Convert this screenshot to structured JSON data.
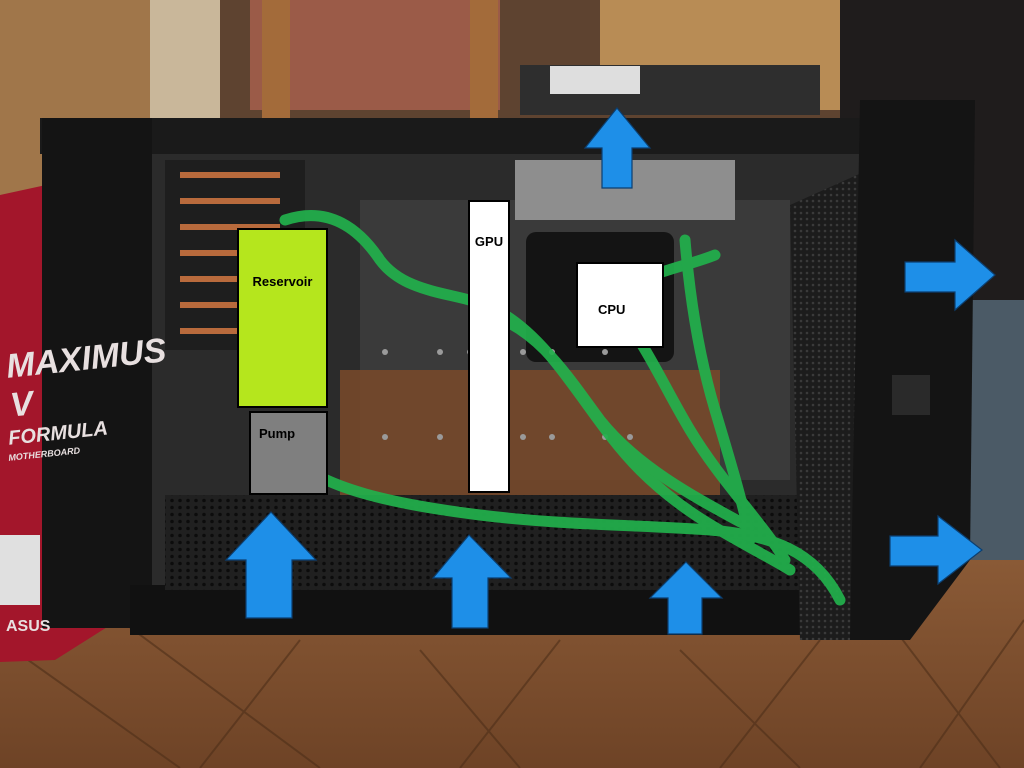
{
  "labels": {
    "reservoir": "Reservoir",
    "pump": "Pump",
    "gpu": "GPU",
    "cpu": "CPU"
  },
  "box_text": {
    "line1": "MAXIMUS V",
    "line2": "FORMULA",
    "line3": "MOTHERBOARD",
    "brand": "ASUS"
  },
  "colors": {
    "reservoir": "#b5e61d",
    "pump": "#7f7f7f",
    "gpu": "#ffffff",
    "cpu": "#ffffff",
    "tubing": "#22b14c",
    "airflow_arrows": "#1e8fe8"
  },
  "airflow_arrows": [
    {
      "name": "top-exhaust",
      "direction": "up"
    },
    {
      "name": "rear-exhaust-upper",
      "direction": "right"
    },
    {
      "name": "rear-exhaust-lower",
      "direction": "right"
    },
    {
      "name": "bottom-intake-left",
      "direction": "up"
    },
    {
      "name": "bottom-intake-center",
      "direction": "up"
    },
    {
      "name": "bottom-intake-right",
      "direction": "up"
    }
  ]
}
